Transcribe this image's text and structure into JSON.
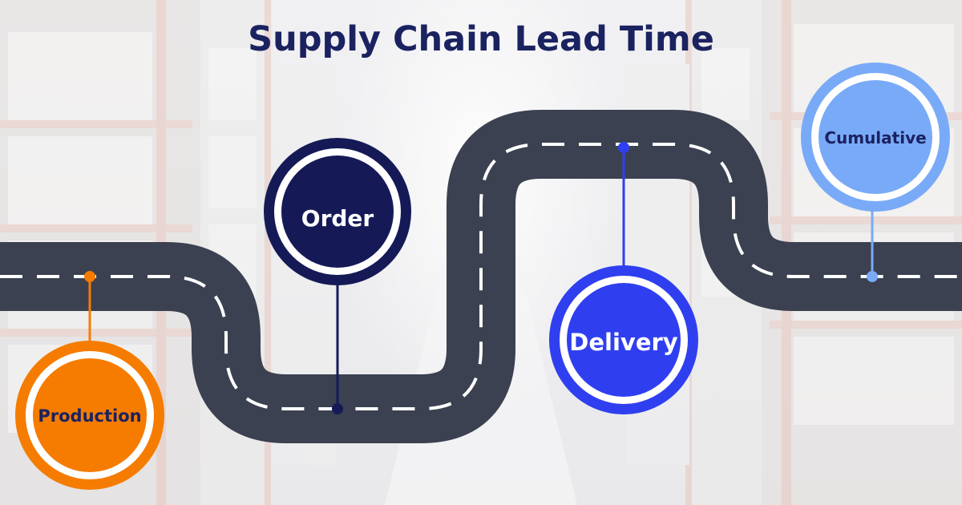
{
  "title": "Supply Chain Lead Time",
  "colors": {
    "title": "#1b2260",
    "road": "#3b4150",
    "road_dash": "#ffffff",
    "production": "#f57c00",
    "order": "#151a57",
    "delivery": "#2f3ff0",
    "cumulative": "#79aaf7",
    "cumulative_text": "#1b2260"
  },
  "stages": [
    {
      "key": "production",
      "label": "Production"
    },
    {
      "key": "order",
      "label": "Order"
    },
    {
      "key": "delivery",
      "label": "Delivery"
    },
    {
      "key": "cumulative",
      "label": "Cumulative"
    }
  ]
}
